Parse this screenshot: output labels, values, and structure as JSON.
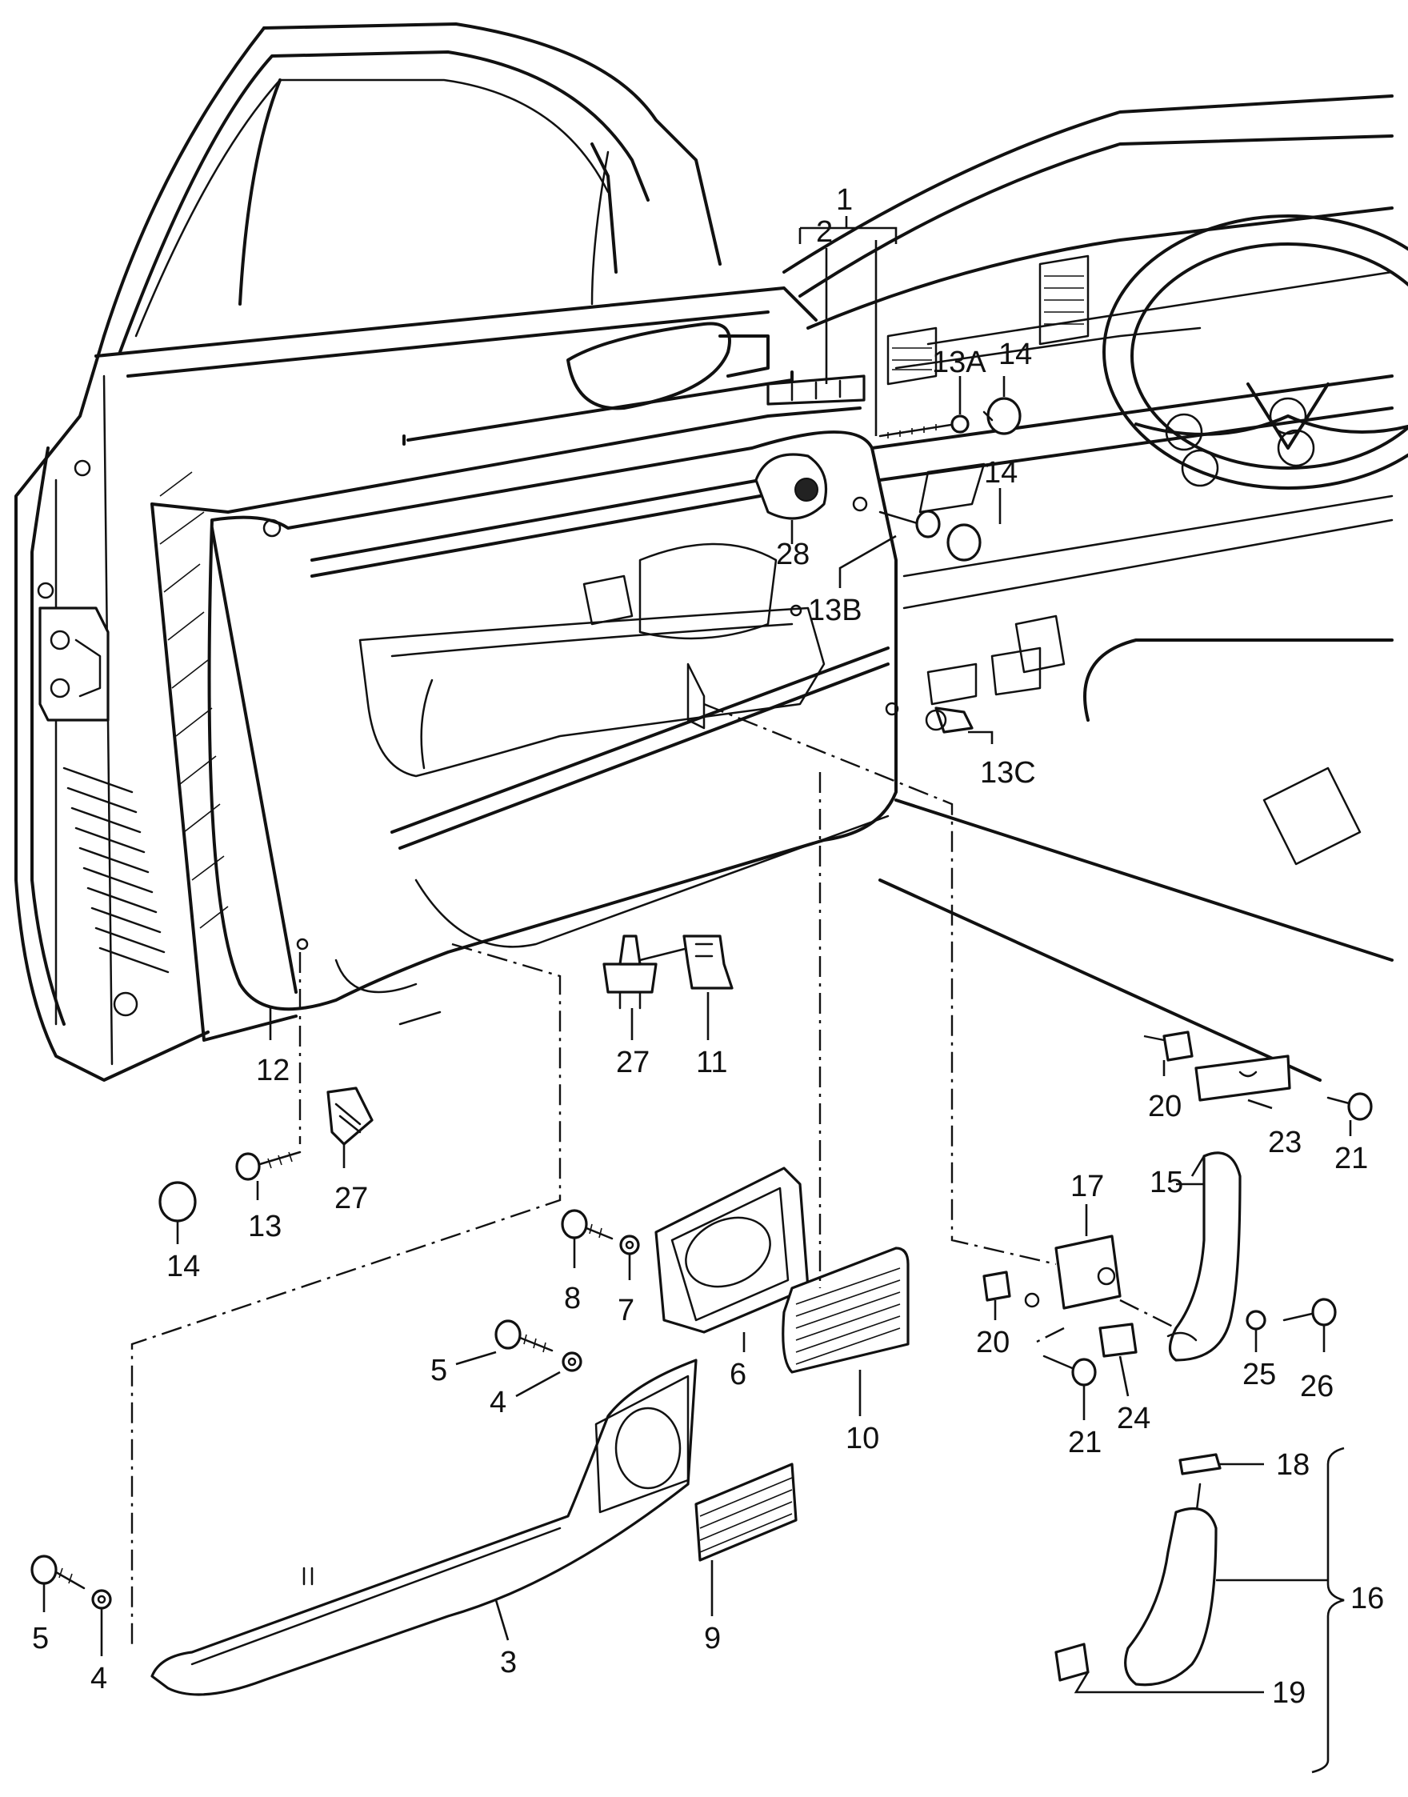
{
  "callouts": {
    "c1": "1",
    "c2": "2",
    "c3": "3",
    "c4a": "4",
    "c4b": "4",
    "c5a": "5",
    "c5b": "5",
    "c6": "6",
    "c7": "7",
    "c8": "8",
    "c9": "9",
    "c10": "10",
    "c11": "11",
    "c12": "12",
    "c13": "13",
    "c13a": "13A",
    "c13b": "13B",
    "c13c": "13C",
    "c14a": "14",
    "c14b": "14",
    "c14c": "14",
    "c15": "15",
    "c16": "16",
    "c17": "17",
    "c18": "18",
    "c19": "19",
    "c20a": "20",
    "c20b": "20",
    "c21a": "21",
    "c21b": "21",
    "c23": "23",
    "c24": "24",
    "c25": "25",
    "c26": "26",
    "c27a": "27",
    "c27b": "27",
    "c28": "28"
  }
}
